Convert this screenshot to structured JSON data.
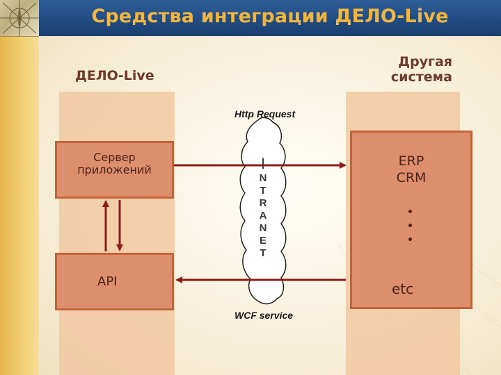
{
  "header": {
    "title": "Средства интеграции ДЕЛО-Live"
  },
  "columns": {
    "left_title": "ДЕЛО-Live",
    "right_title_line1": "Другая",
    "right_title_line2": "система"
  },
  "boxes": {
    "server_line1": "Сервер",
    "server_line2": "приложений",
    "api": "API",
    "erp_line1": "ERP",
    "erp_line2": "CRM",
    "etc": "etc"
  },
  "protocols": {
    "http": "Http Request",
    "wcf": "WCF service"
  },
  "intranet_letters": [
    "I",
    "N",
    "T",
    "R",
    "A",
    "N",
    "E",
    "T"
  ],
  "colors": {
    "header_blue": "#1f4a80",
    "title_orange": "#f2b640",
    "box_fill": "#dd8f6d",
    "box_border": "#c2633a",
    "arrow_red": "#8b1a1a"
  }
}
